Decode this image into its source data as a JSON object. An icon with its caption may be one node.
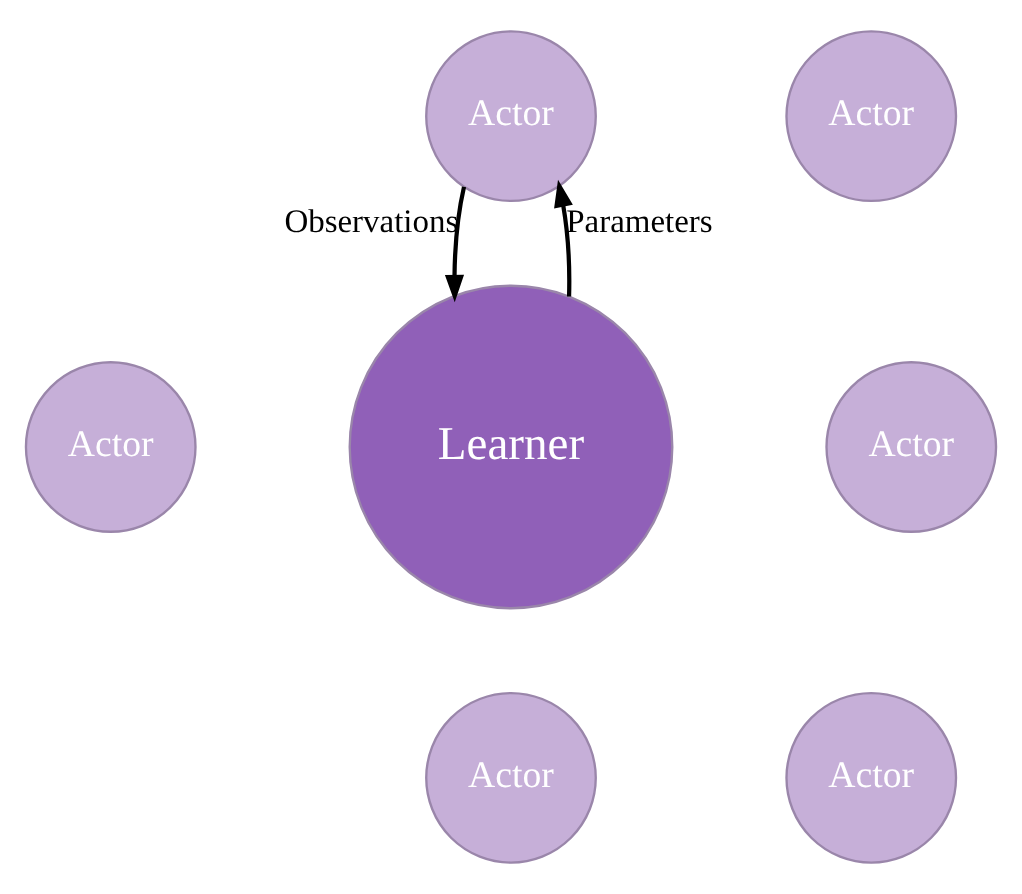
{
  "diagram": {
    "nodes": [
      {
        "text": [
          "Actor"
        ]
      },
      {
        "text": [
          "Actor"
        ]
      },
      {
        "text": [
          "Actor"
        ]
      },
      {
        "text": [
          "Learner"
        ]
      },
      {
        "text": [
          "Actor"
        ]
      },
      {
        "text": [
          "Actor"
        ]
      },
      {
        "text": [
          "Actor"
        ]
      }
    ],
    "edges": [
      {
        "from": 0,
        "to": 3,
        "arrow": "to",
        "label": "Observations"
      },
      {
        "from": 3,
        "to": 0,
        "arrow": "to",
        "label": "Parameters"
      }
    ]
  }
}
